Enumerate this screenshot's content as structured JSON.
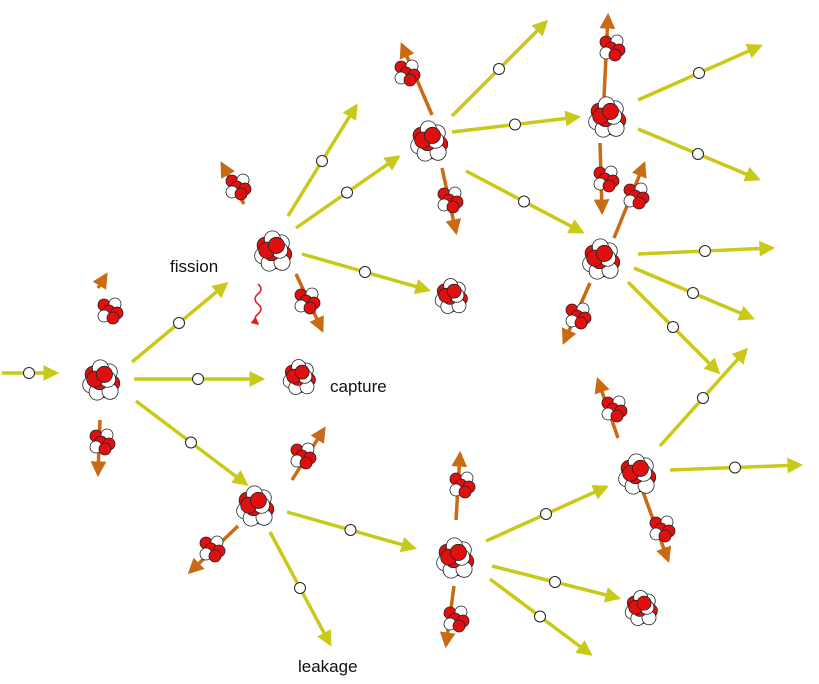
{
  "labels": {
    "fission": "fission",
    "capture": "capture",
    "leakage": "leakage"
  },
  "colors": {
    "neutron_arrow": "#c9c91a",
    "fragment_arrow": "#c96a14",
    "nucleon_red": "#e01010",
    "nucleon_white": "#ffffff",
    "gamma": "#e02020",
    "outline": "#222222"
  },
  "icons": {
    "neutron": "neutron-icon",
    "nucleus": "nucleus-icon",
    "fission_fragment": "fission-fragment-icon",
    "gamma_ray": "gamma-ray-icon"
  }
}
